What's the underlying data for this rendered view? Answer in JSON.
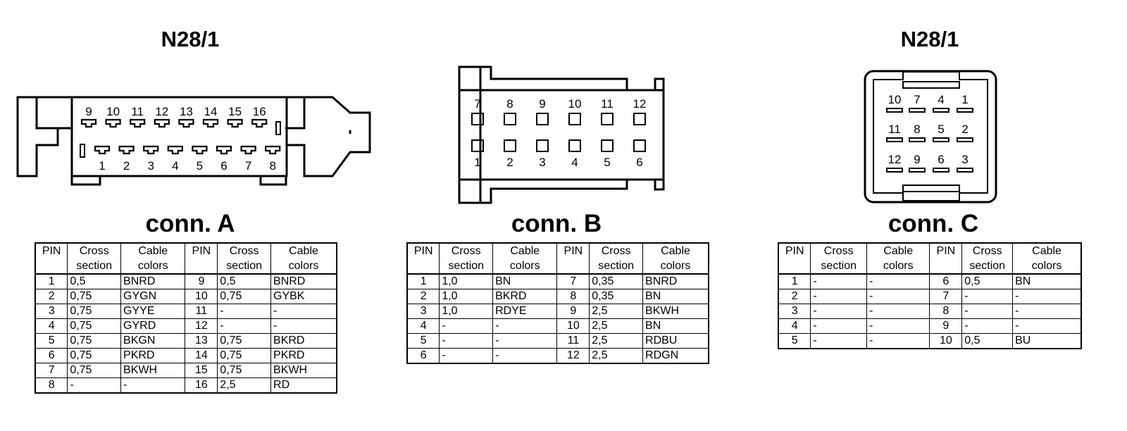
{
  "titles": {
    "left": "N28/1",
    "right": "N28/1"
  },
  "connectors": {
    "a": {
      "label": "conn. A",
      "pins_top": [
        "9",
        "10",
        "11",
        "12",
        "13",
        "14",
        "15",
        "16"
      ],
      "pins_bottom": [
        "1",
        "2",
        "3",
        "4",
        "5",
        "6",
        "7",
        "8"
      ],
      "headers": [
        "PIN",
        "Cross\nsection",
        "Cable\ncolors",
        "PIN",
        "Cross\nsection",
        "Cable\ncolors"
      ],
      "rows": [
        [
          "1",
          "0,5",
          "BNRD",
          "9",
          "0,5",
          "BNRD"
        ],
        [
          "2",
          "0,75",
          "GYGN",
          "10",
          "0,75",
          "GYBK"
        ],
        [
          "3",
          "0,75",
          "GYYE",
          "11",
          "-",
          "-"
        ],
        [
          "4",
          "0,75",
          "GYRD",
          "12",
          "-",
          "-"
        ],
        [
          "5",
          "0,75",
          "BKGN",
          "13",
          "0,75",
          "BKRD"
        ],
        [
          "6",
          "0,75",
          "PKRD",
          "14",
          "0,75",
          "PKRD"
        ],
        [
          "7",
          "0,75",
          "BKWH",
          "15",
          "0,75",
          "BKWH"
        ],
        [
          "8",
          "-",
          "-",
          "16",
          "2,5",
          "RD"
        ]
      ]
    },
    "b": {
      "label": "conn. B",
      "pins_top": [
        "7",
        "8",
        "9",
        "10",
        "11",
        "12"
      ],
      "pins_bottom": [
        "1",
        "2",
        "3",
        "4",
        "5",
        "6"
      ],
      "headers": [
        "PIN",
        "Cross\nsection",
        "Cable\ncolors",
        "PIN",
        "Cross\nsection",
        "Cable\ncolors"
      ],
      "rows": [
        [
          "1",
          "1,0",
          "BN",
          "7",
          "0,35",
          "BNRD"
        ],
        [
          "2",
          "1,0",
          "BKRD",
          "8",
          "0,35",
          "BN"
        ],
        [
          "3",
          "1,0",
          "RDYE",
          "9",
          "2,5",
          "BKWH"
        ],
        [
          "4",
          "-",
          "-",
          "10",
          "2,5",
          "BN"
        ],
        [
          "5",
          "-",
          "-",
          "11",
          "2,5",
          "RDBU"
        ],
        [
          "6",
          "-",
          "-",
          "12",
          "2,5",
          "RDGN"
        ]
      ]
    },
    "c": {
      "label": "conn. C",
      "pin_grid": [
        [
          "10",
          "7",
          "4",
          "1"
        ],
        [
          "11",
          "8",
          "5",
          "2"
        ],
        [
          "12",
          "9",
          "6",
          "3"
        ]
      ],
      "headers": [
        "PIN",
        "Cross\nsection",
        "Cable\ncolors",
        "PIN",
        "Cross\nsection",
        "Cable\ncolors"
      ],
      "rows": [
        [
          "1",
          "-",
          "-",
          "6",
          "0,5",
          "BN"
        ],
        [
          "2",
          "-",
          "-",
          "7",
          "-",
          "-"
        ],
        [
          "3",
          "-",
          "-",
          "8",
          "-",
          "-"
        ],
        [
          "4",
          "-",
          "-",
          "9",
          "-",
          "-"
        ],
        [
          "5",
          "-",
          "-",
          "10",
          "0,5",
          "BU"
        ]
      ]
    }
  }
}
